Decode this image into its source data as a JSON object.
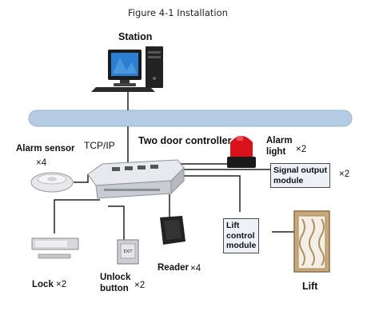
{
  "figure_caption": "Figure 4-1 Installation",
  "labels": {
    "station": "Station",
    "tcp_ip": "TCP/IP",
    "two_door_controller": "Two door controller",
    "alarm_sensor": "Alarm sensor",
    "alarm_sensor_count": "×4",
    "alarm_light_line1": "Alarm",
    "alarm_light_line2": "light",
    "alarm_light_count": "×2",
    "signal_output_line1": "Signal output",
    "signal_output_line2": "module",
    "signal_output_count": "×2",
    "lift_control_line1": "Lift",
    "lift_control_line2": "control",
    "lift_control_line3": "module",
    "lift": "Lift",
    "lock": "Lock",
    "lock_count": "×2",
    "unlock_line1": "Unlock",
    "unlock_line2": "button",
    "unlock_count": "×2",
    "reader": "Reader",
    "reader_count": "×4"
  },
  "colors": {
    "network_bus": "#b4cbe3",
    "alarm_light_red": "#d9121b",
    "monitor_screen": "#2a7fd0",
    "wire": "#222222",
    "label_box_fill": "#eef2f8"
  },
  "icons": [
    "computer-icon",
    "alarm-light-icon",
    "alarm-sensor-icon",
    "controller-icon",
    "lock-icon",
    "unlock-button-icon",
    "reader-icon",
    "lift-icon"
  ]
}
